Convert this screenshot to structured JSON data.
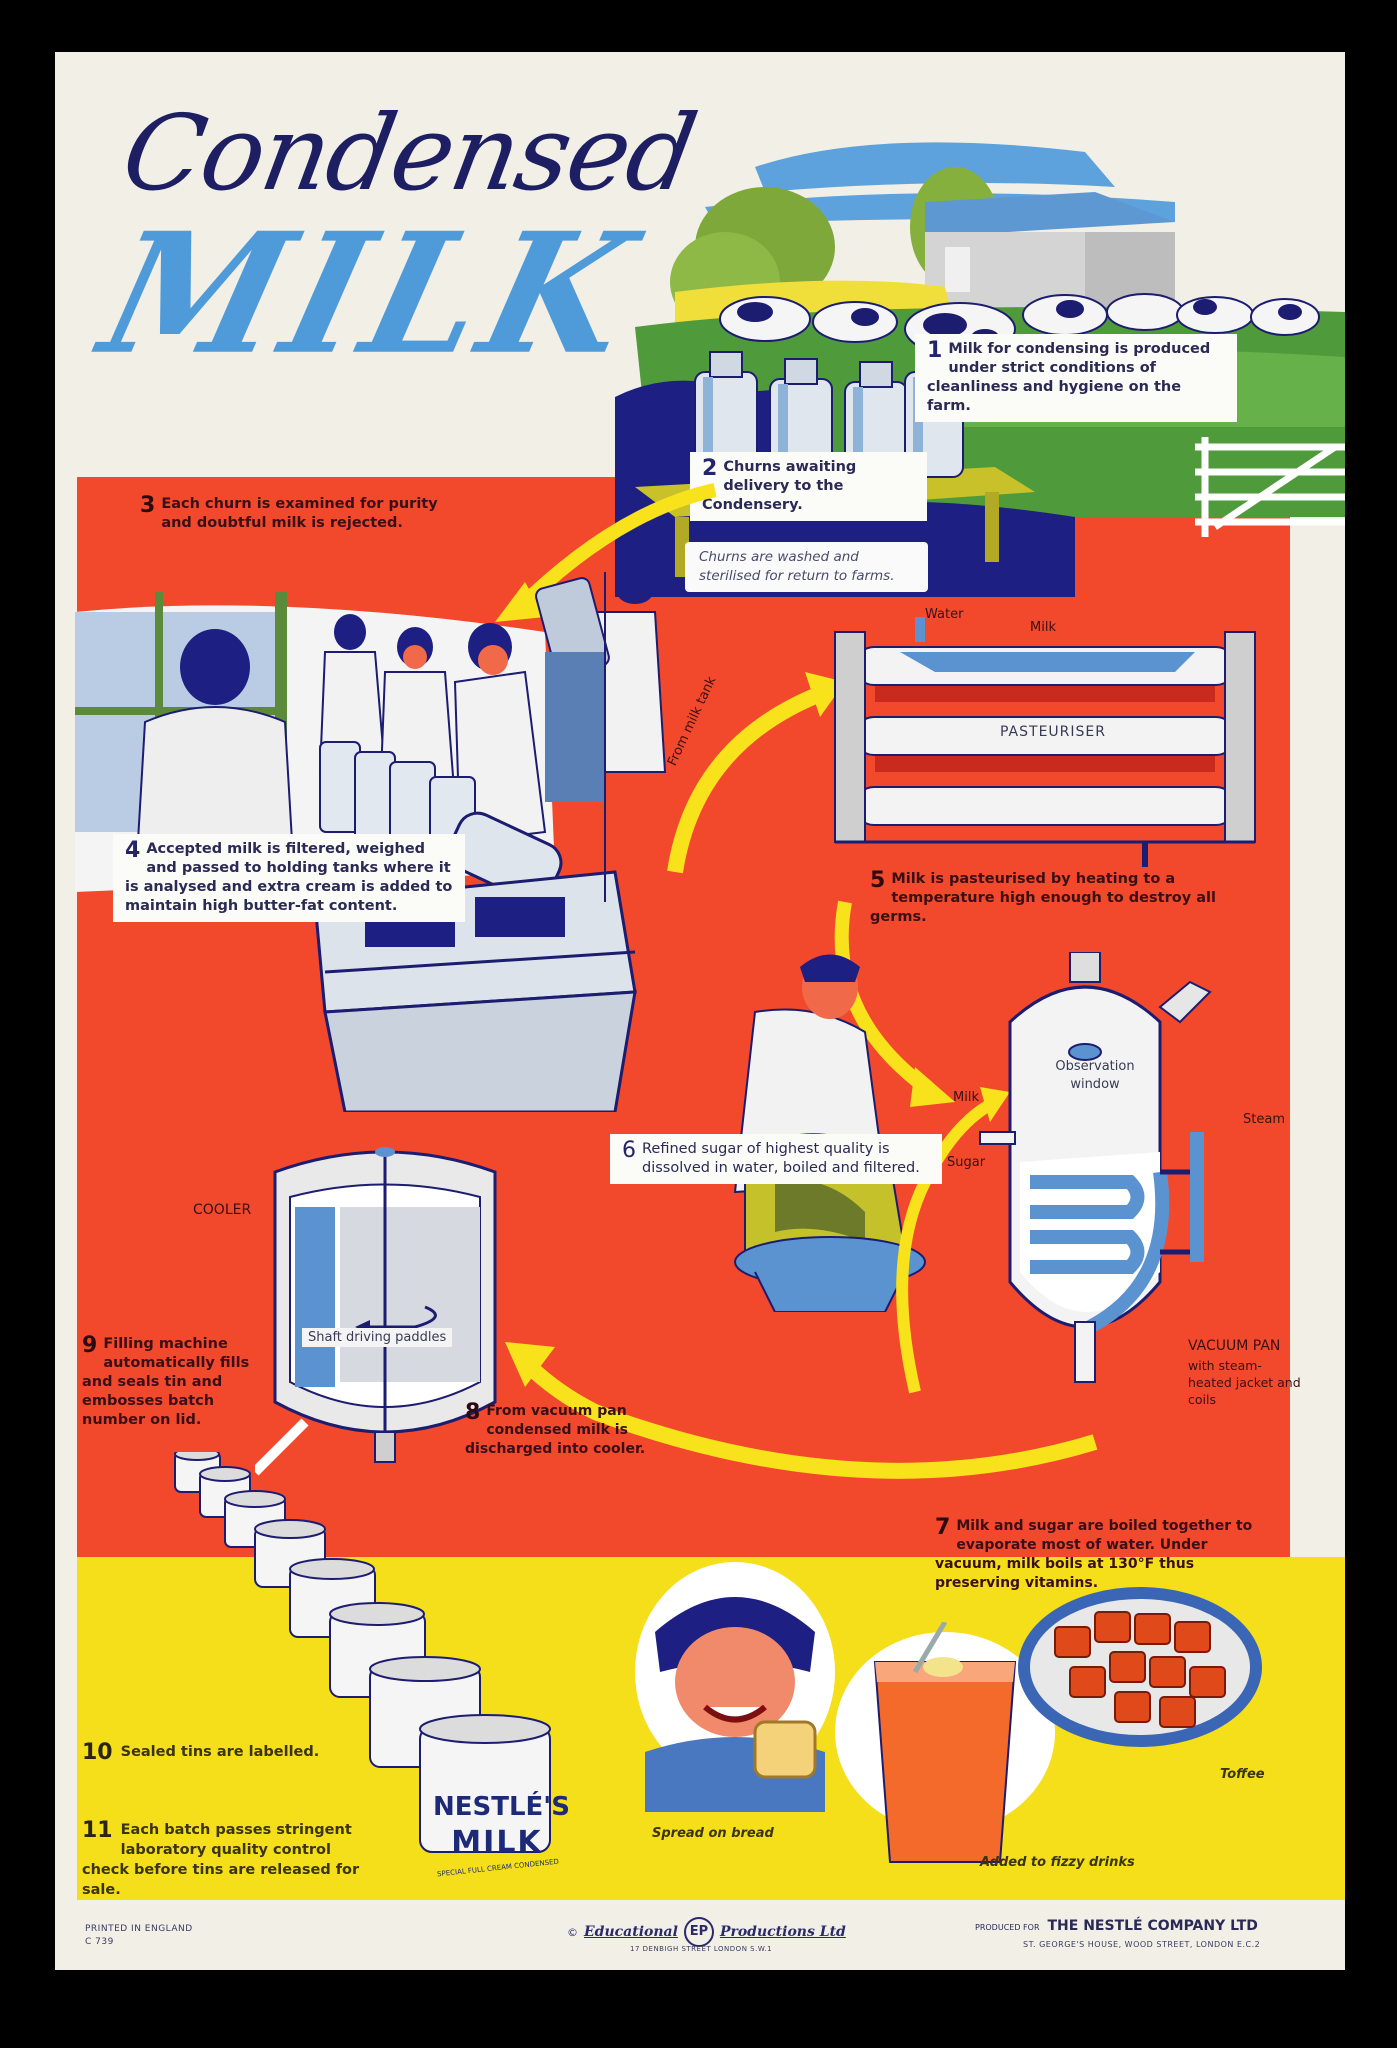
{
  "poster": {
    "title_script": "Condensed",
    "title_main": "MILK"
  },
  "steps": [
    {
      "number": "1",
      "text": "Milk for condensing is produced under strict conditions of cleanliness and hygiene on the farm."
    },
    {
      "number": "2",
      "text": "Churns awaiting delivery to the Condensery."
    },
    {
      "number": "3",
      "text": "Each churn is examined for purity and doubtful milk is rejected."
    },
    {
      "number": "4",
      "text": "Accepted milk is filtered, weighed and passed to holding tanks where it is analysed and extra cream is added to maintain high butter-fat content."
    },
    {
      "number": "5",
      "text": "Milk is pasteurised by heating to a temperature high enough to destroy all germs."
    },
    {
      "number": "6",
      "text": "Refined sugar of highest quality is dissolved in water, boiled and filtered."
    },
    {
      "number": "7",
      "text": "Milk and sugar are boiled together to evaporate most of water. Under vacuum, milk boils at 130°F thus preserving vitamins."
    },
    {
      "number": "8",
      "text": "From vacuum pan condensed milk is discharged into cooler."
    },
    {
      "number": "9",
      "text": "Filling machine automatically fills and seals tin and embosses batch number on lid."
    },
    {
      "number": "10",
      "text": "Sealed tins are labelled."
    },
    {
      "number": "11",
      "text": "Each batch passes stringent laboratory quality control check before tins are released for sale."
    }
  ],
  "labels": {
    "churns_washed": "Churns are washed and sterilised for return to farms.",
    "from_milk_tank": "From milk tank",
    "water": "Water",
    "milk_pipe": "Milk",
    "pasteuriser": "PASTEURISER",
    "milk_inlet": "Milk",
    "sugar_inlet": "Sugar",
    "observation_window": "Observation window",
    "steam": "Steam",
    "vacuum_pan": "VACUUM PAN",
    "vacuum_pan_sub": "with steam-heated jacket and coils",
    "cooler": "COOLER",
    "shaft": "Shaft driving paddles",
    "spread_on_bread": "Spread on bread",
    "fizzy_drinks": "Added to fizzy drinks",
    "toffee": "Toffee",
    "tin_brand": "NESTLÉ'S",
    "tin_product": "MILK",
    "tin_sub": "SPECIAL FULL CREAM CONDENSED"
  },
  "footer": {
    "printed": "PRINTED IN ENGLAND",
    "code": "C 739",
    "publisher_copyright": "©",
    "publisher_left": "Educational",
    "publisher_logo": "EP",
    "publisher_right": "Productions Ltd",
    "publisher_address": "17 DENBIGH STREET LONDON S.W.1",
    "produced_for": "PRODUCED FOR",
    "company": "THE NESTLÉ COMPANY LTD",
    "company_address": "ST. GEORGE'S HOUSE, WOOD STREET, LONDON E.C.2"
  },
  "colors": {
    "background_paper": "#f1efe6",
    "red_band": "#f2482c",
    "yellow_band": "#f5de1a",
    "navy": "#1e1f63",
    "title_blue": "#4f9bd9",
    "arrow_yellow": "#f7e21c"
  }
}
